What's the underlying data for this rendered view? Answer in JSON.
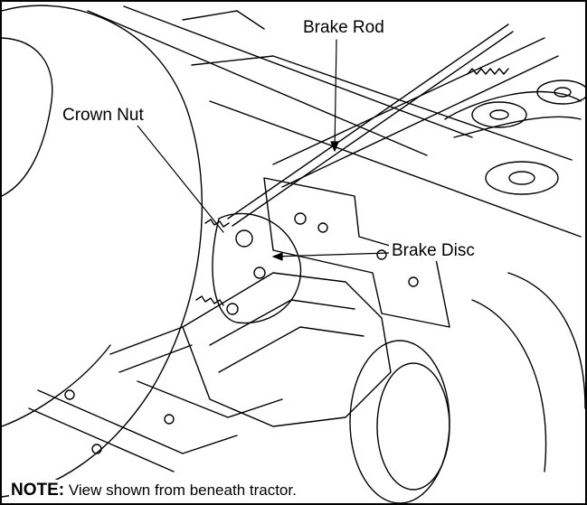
{
  "callouts": {
    "crown_nut": "Crown Nut",
    "brake_rod": "Brake Rod",
    "brake_disc": "Brake Disc"
  },
  "note": {
    "label": "NOTE:",
    "text": "View shown from beneath tractor."
  },
  "colors": {
    "line": "#000000",
    "background": "#ffffff"
  }
}
